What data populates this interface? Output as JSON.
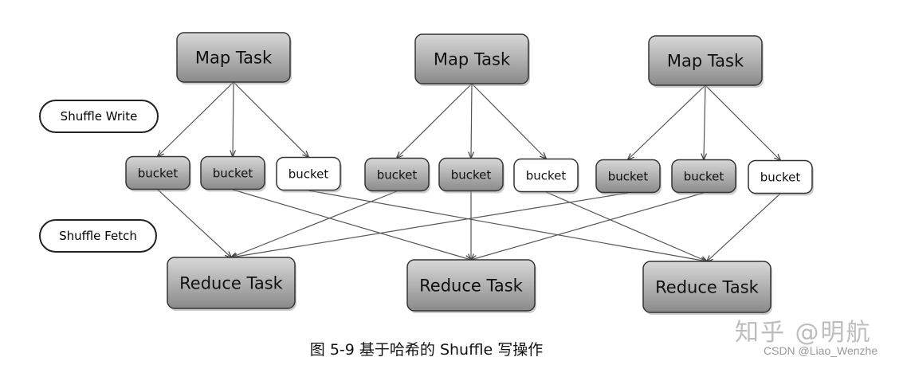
{
  "diagram": {
    "map_tasks": [
      {
        "label": "Map Task"
      },
      {
        "label": "Map Task"
      },
      {
        "label": "Map Task"
      }
    ],
    "buckets": [
      {
        "label": "bucket",
        "fill": "grey",
        "map": 0,
        "reduce": 0
      },
      {
        "label": "bucket",
        "fill": "grey",
        "map": 0,
        "reduce": 1
      },
      {
        "label": "bucket",
        "fill": "white",
        "map": 0,
        "reduce": 2
      },
      {
        "label": "bucket",
        "fill": "grey",
        "map": 1,
        "reduce": 0
      },
      {
        "label": "bucket",
        "fill": "grey",
        "map": 1,
        "reduce": 1
      },
      {
        "label": "bucket",
        "fill": "white",
        "map": 1,
        "reduce": 2
      },
      {
        "label": "bucket",
        "fill": "grey",
        "map": 2,
        "reduce": 0
      },
      {
        "label": "bucket",
        "fill": "grey",
        "map": 2,
        "reduce": 1
      },
      {
        "label": "bucket",
        "fill": "white",
        "map": 2,
        "reduce": 2
      }
    ],
    "reduce_tasks": [
      {
        "label": "Reduce Task"
      },
      {
        "label": "Reduce Task"
      },
      {
        "label": "Reduce Task"
      }
    ],
    "phase_labels": {
      "write": "Shuffle Write",
      "fetch": "Shuffle Fetch"
    },
    "colors": {
      "grey_top": "#d8d8d8",
      "grey_bottom": "#8a8a8a",
      "white": "#ffffff",
      "stroke": "#333333",
      "edge": "#555555"
    }
  },
  "caption": "图 5-9   基于哈希的 Shuffle 写操作",
  "watermark": {
    "zhihu": "知乎 @明航",
    "csdn": "CSDN @Liao_Wenzhe"
  }
}
